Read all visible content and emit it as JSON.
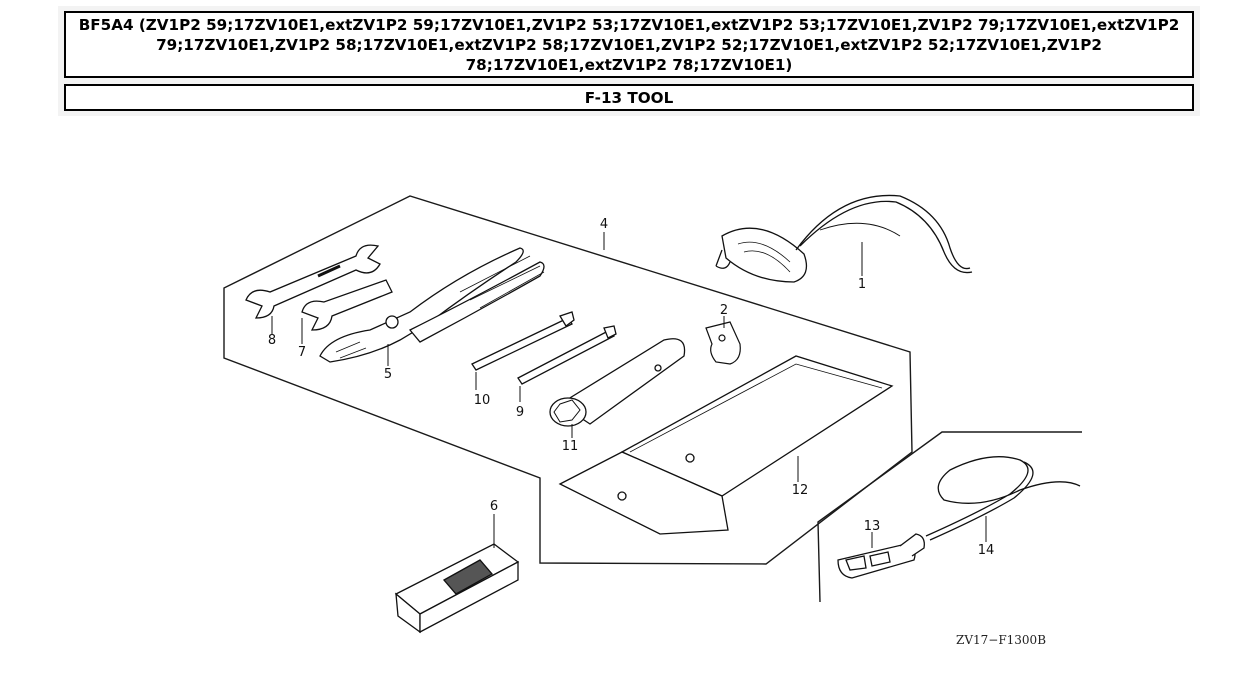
{
  "header": {
    "title": "BF5A4 (ZV1P2 59;17ZV10E1,extZV1P2 59;17ZV10E1,ZV1P2 53;17ZV10E1,extZV1P2 53;17ZV10E1,ZV1P2 79;17ZV10E1,extZV1P2 79;17ZV10E1,ZV1P2 58;17ZV10E1,extZV1P2 58;17ZV10E1,ZV1P2 52;17ZV10E1,extZV1P2 52;17ZV10E1,ZV1P2 78;17ZV10E1,extZV1P2 78;17ZV10E1)",
    "section": "F-13 TOOL"
  },
  "callouts": [
    "1",
    "2",
    "4",
    "5",
    "6",
    "7",
    "8",
    "9",
    "10",
    "11",
    "12",
    "13",
    "14"
  ],
  "figure_code": "ZV17−F1300B"
}
